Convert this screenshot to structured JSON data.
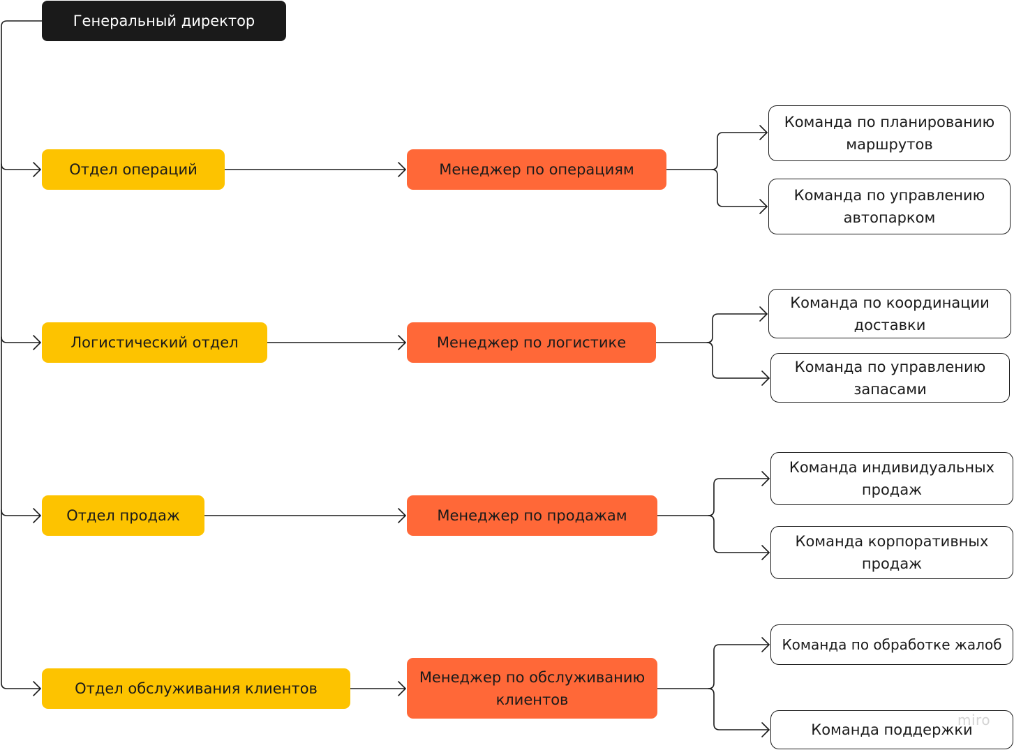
{
  "ceo": {
    "label": "Генеральный директор"
  },
  "departments": [
    {
      "label": "Отдел операций",
      "manager": "Менеджер по операциям",
      "teams": [
        "Команда по планированию маршрутов",
        "Команда по управлению автопарком"
      ]
    },
    {
      "label": "Логистический отдел",
      "manager": "Менеджер по логистике",
      "teams": [
        "Команда по координации доставки",
        "Команда по управлению запасами"
      ]
    },
    {
      "label": "Отдел продаж",
      "manager": "Менеджер по продажам",
      "teams": [
        "Команда индивидуальных продаж",
        "Команда корпоративных продаж"
      ]
    },
    {
      "label": "Отдел обслуживания клиентов",
      "manager": "Менеджер по обслуживанию клиентов",
      "teams": [
        "Команда по обработке жалоб",
        "Команда поддержки"
      ]
    }
  ],
  "watermark": "miro",
  "colors": {
    "ceo": "#1a1a1a",
    "department": "#fdc300",
    "manager": "#ff6838",
    "team_border": "#1a1a1a",
    "connector": "#1a1a1a"
  }
}
